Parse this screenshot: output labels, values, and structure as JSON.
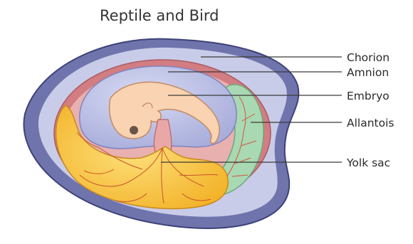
{
  "title": "Reptile and Bird",
  "labels": {
    "chorion": "Chorion",
    "amnion": "Amnion",
    "embryo": "Embryo",
    "allantois": "Allantois",
    "yolk_sac": "Yolk sac"
  },
  "colors": {
    "shell": "#6f74ad",
    "shell_edge": "#3f4278",
    "albumen": "#c9cce8",
    "chorion": "#d27d82",
    "amnion_fluid": "#b9bde4",
    "embryo": "#f9d3b2",
    "allantois": "#a8d9b2",
    "yolk": "#fbc84a"
  }
}
